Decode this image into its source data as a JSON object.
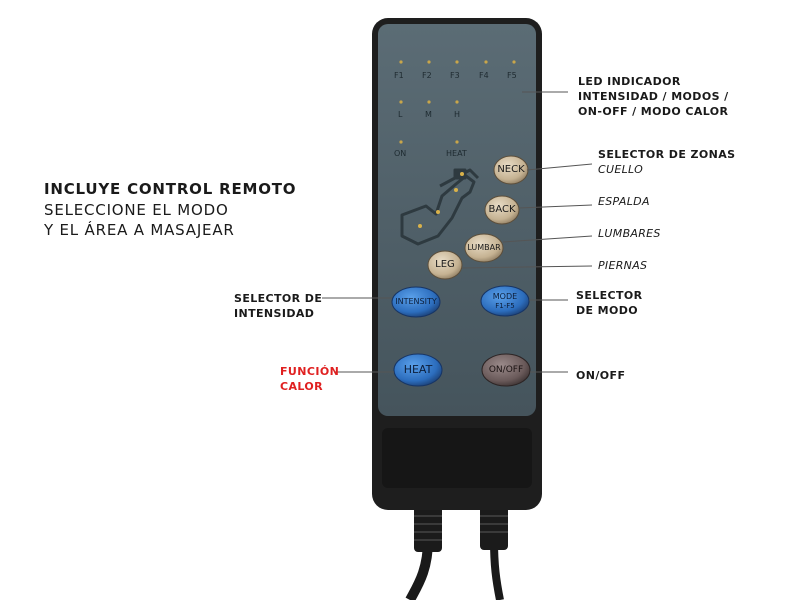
{
  "heading": {
    "line1": "INCLUYE CONTROL REMOTO",
    "line2": "SELECCIONE EL MODO",
    "line3": "Y EL ÁREA A MASAJEAR"
  },
  "remote": {
    "leds": {
      "modes": [
        "F1",
        "F2",
        "F3",
        "F4",
        "F5"
      ],
      "intensity": [
        "L",
        "M",
        "H"
      ],
      "on": "ON",
      "heat": "HEAT"
    },
    "buttons": {
      "neck": "NECK",
      "back": "BACK",
      "lumbar": "LUMBAR",
      "leg": "LEG",
      "intensity": "INTENSITY",
      "mode_line1": "MODE",
      "mode_line2": "F1-F5",
      "heat": "HEAT",
      "onoff": "ON/OFF"
    }
  },
  "callouts": {
    "led_line1": "LED INDICADOR",
    "led_line2": "INTENSIDAD / MODOS /",
    "led_line3": "ON-OFF / MODO CALOR",
    "zones_title": "SELECTOR DE ZONAS",
    "cuello": "CUELLO",
    "espalda": "ESPALDA",
    "lumbares": "LUMBARES",
    "piernas": "PIERNAS",
    "intensity_line1": "SELECTOR DE",
    "intensity_line2": "INTENSIDAD",
    "mode_line1": "SELECTOR",
    "mode_line2": "DE MODO",
    "heat_line1": "FUNCIÓN",
    "heat_line2": "CALOR",
    "onoff": "ON/OFF"
  },
  "colors": {
    "panel": "#4d5d66",
    "body": "#1e1e1e",
    "beige_button": "#c9b79a",
    "blue_button": "#2f6fbf",
    "dark_button": "#6e5f5f",
    "heat_label": "#e02020"
  }
}
